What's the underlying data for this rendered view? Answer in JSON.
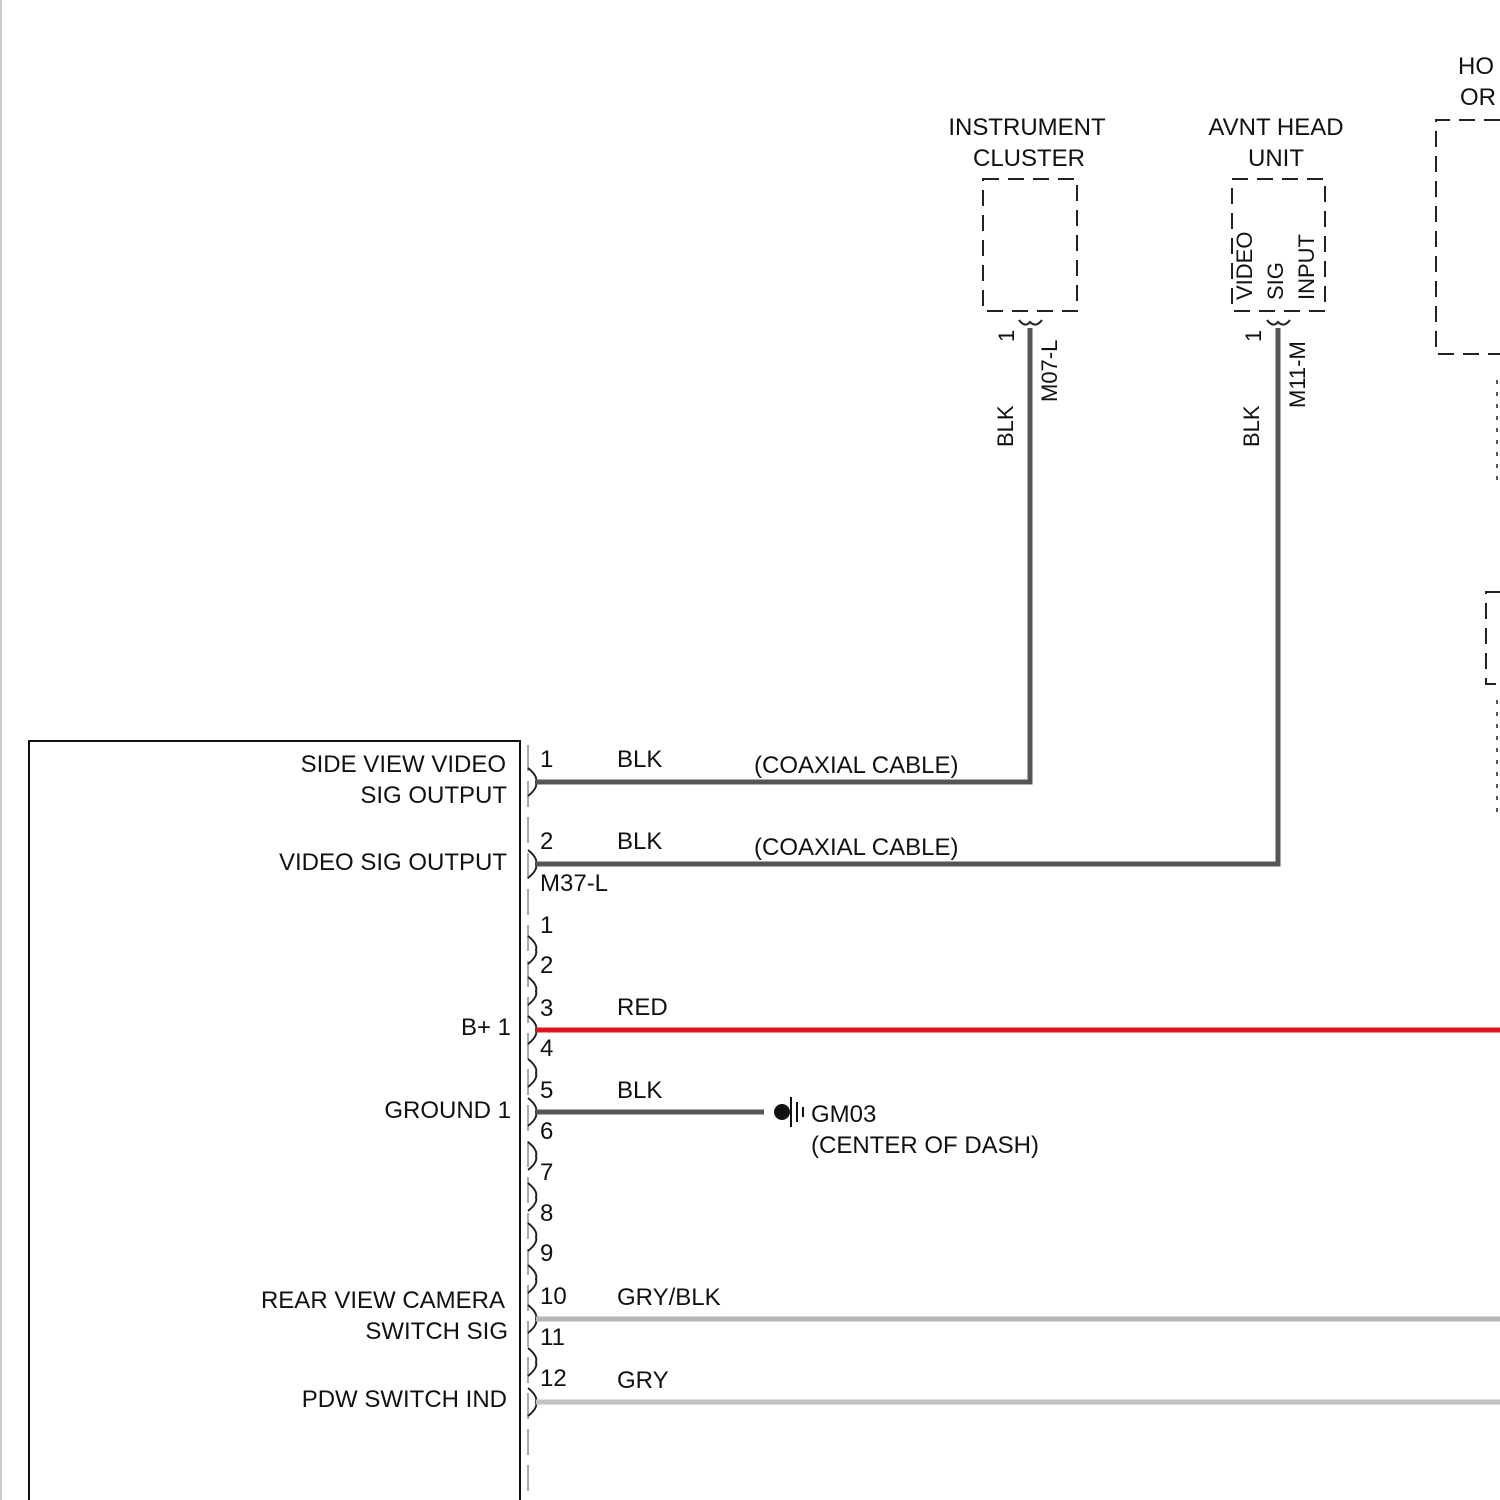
{
  "components": {
    "instrument_cluster": {
      "line1": "INSTRUMENT",
      "line2": "CLUSTER",
      "pin": "1",
      "connector": "M07-L",
      "wire": "BLK"
    },
    "avnt_head_unit": {
      "line1": "AVNT HEAD",
      "line2": "UNIT",
      "pin": "1",
      "connector": "M11-M",
      "wire": "BLK",
      "internal_label": [
        "VIDEO",
        "SIG",
        "INPUT"
      ]
    },
    "partial_right": {
      "line1": "HO",
      "line2": "OR"
    }
  },
  "module": {
    "connector_a": "M37-L",
    "pin_labels": {
      "side_view_1": "SIDE VIEW VIDEO",
      "side_view_2": "SIG OUTPUT",
      "video_sig": "VIDEO SIG OUTPUT",
      "bplus": "B+ 1",
      "ground": "GROUND 1",
      "rear_cam_1": "REAR VIEW CAMERA",
      "rear_cam_2": "SWITCH SIG",
      "pdw": "PDW SWITCH IND"
    },
    "pins_a": [
      "1",
      "2"
    ],
    "pins_b": [
      "1",
      "2",
      "3",
      "4",
      "5",
      "6",
      "7",
      "8",
      "9",
      "10",
      "11",
      "12"
    ]
  },
  "wires": {
    "side_view": {
      "color": "BLK",
      "note": "(COAXIAL CABLE)"
    },
    "video_sig": {
      "color": "BLK",
      "note": "(COAXIAL CABLE)"
    },
    "bplus": {
      "color": "RED"
    },
    "ground": {
      "color": "BLK"
    },
    "rear_cam": {
      "color": "GRY/BLK"
    },
    "pdw": {
      "color": "GRY"
    }
  },
  "ground_point": {
    "id": "GM03",
    "location": "(CENTER OF DASH)"
  },
  "colors": {
    "wire_dark": "#555555",
    "wire_red": "#e0141c",
    "wire_grey": "#b5b5b5"
  }
}
